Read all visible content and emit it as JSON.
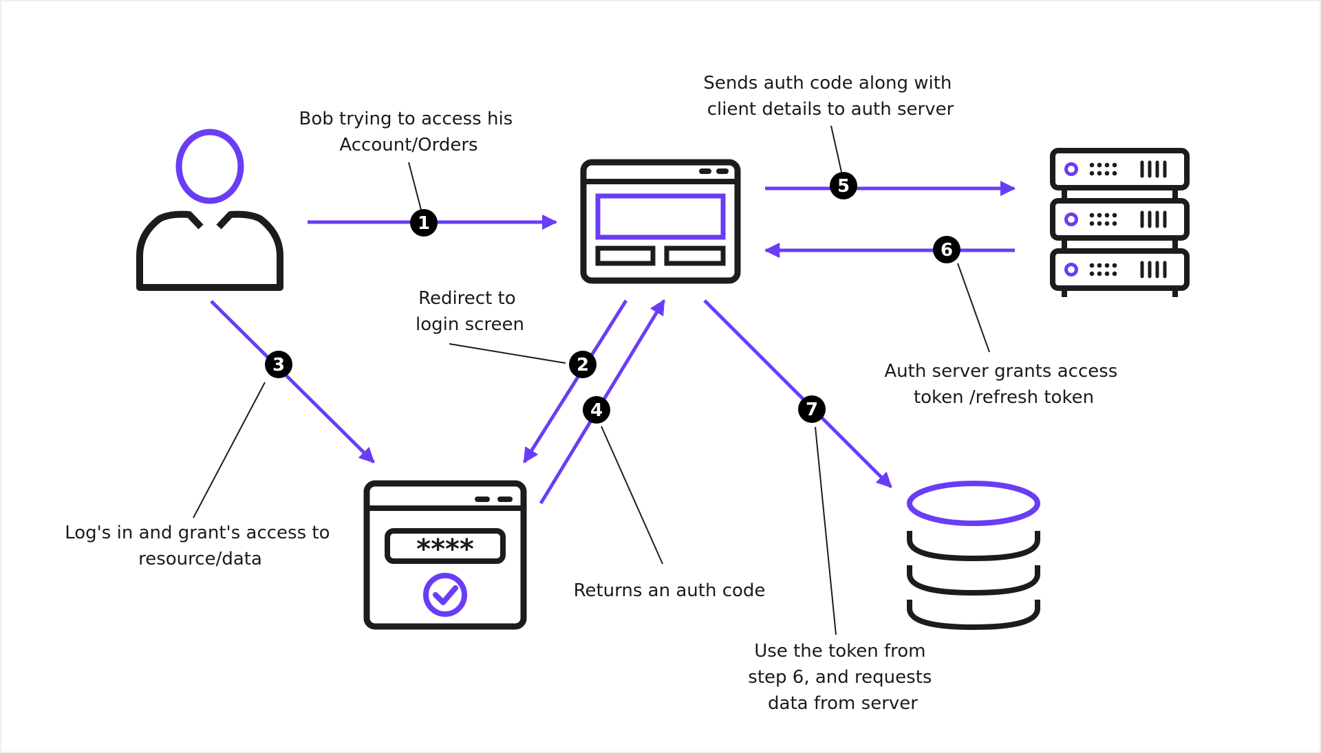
{
  "colors": {
    "accent": "#6a3cf5",
    "ink": "#1c1c1c",
    "badge": "#000000",
    "background": "#ffffff"
  },
  "icons": {
    "user": "user-icon",
    "client": "browser-window-icon",
    "login": "login-screen-icon",
    "server": "server-rack-icon",
    "database": "database-icon"
  },
  "steps": [
    {
      "num": "1",
      "label": [
        "Bob trying to access his",
        "Account/Orders"
      ]
    },
    {
      "num": "2",
      "label": [
        "Redirect to",
        "login screen"
      ]
    },
    {
      "num": "3",
      "label": [
        "Log's in and grant's access to",
        "resource/data"
      ]
    },
    {
      "num": "4",
      "label": [
        "Returns an auth code"
      ]
    },
    {
      "num": "5",
      "label": [
        "Sends auth code along with",
        "client details to auth server"
      ]
    },
    {
      "num": "6",
      "label": [
        "Auth server grants access",
        "token /refresh token"
      ]
    },
    {
      "num": "7",
      "label": [
        "Use the token from",
        "step 6, and requests",
        "data from server"
      ]
    }
  ],
  "password_mask": "****"
}
